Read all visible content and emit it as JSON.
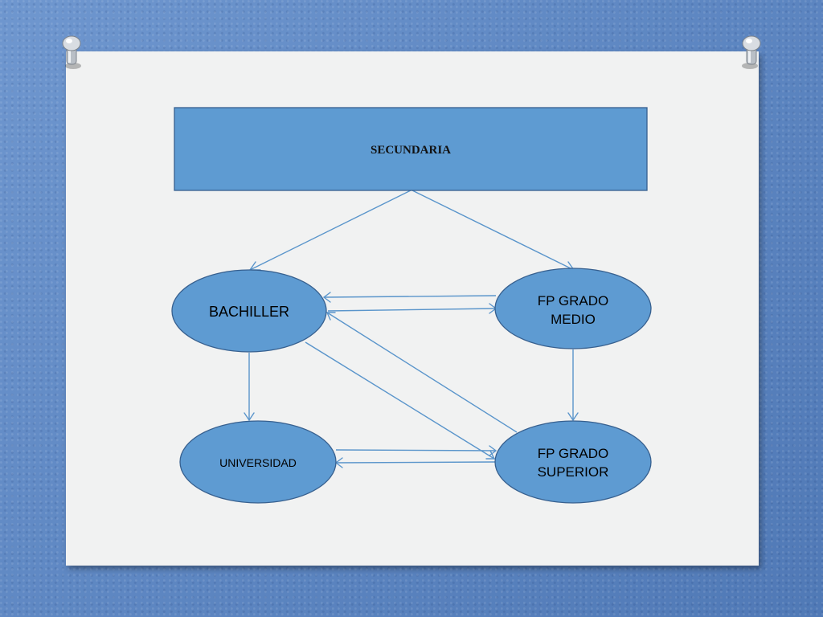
{
  "diagram": {
    "nodes": [
      {
        "id": "secundaria",
        "shape": "rect",
        "lines": [
          "SECUNDARIA"
        ],
        "font": "serif",
        "size": 15
      },
      {
        "id": "bachiller",
        "shape": "ellipse",
        "lines": [
          "BACHILLER"
        ],
        "font": "sans",
        "size": 18
      },
      {
        "id": "fp-grado-medio",
        "shape": "ellipse",
        "lines": [
          "FP GRADO",
          "MEDIO"
        ],
        "font": "sans",
        "size": 17
      },
      {
        "id": "universidad",
        "shape": "ellipse",
        "lines": [
          "UNIVERSIDAD"
        ],
        "font": "sans",
        "size": 14
      },
      {
        "id": "fp-grado-superior",
        "shape": "ellipse",
        "lines": [
          "FP GRADO",
          "SUPERIOR"
        ],
        "font": "sans",
        "size": 17
      }
    ],
    "edges": [
      {
        "from": "secundaria",
        "to": "bachiller"
      },
      {
        "from": "secundaria",
        "to": "fp-grado-medio"
      },
      {
        "from": "fp-grado-medio",
        "to": "bachiller"
      },
      {
        "from": "bachiller",
        "to": "fp-grado-medio"
      },
      {
        "from": "bachiller",
        "to": "universidad"
      },
      {
        "from": "fp-grado-medio",
        "to": "fp-grado-superior"
      },
      {
        "from": "bachiller",
        "to": "fp-grado-superior"
      },
      {
        "from": "fp-grado-superior",
        "to": "bachiller"
      },
      {
        "from": "universidad",
        "to": "fp-grado-superior"
      },
      {
        "from": "fp-grado-superior",
        "to": "universidad"
      }
    ]
  },
  "colors": {
    "node_fill": "#5e9bd2",
    "node_stroke": "#37608f",
    "edge": "#5a95cb",
    "paper": "#f1f2f2",
    "background": "#6389c4"
  }
}
